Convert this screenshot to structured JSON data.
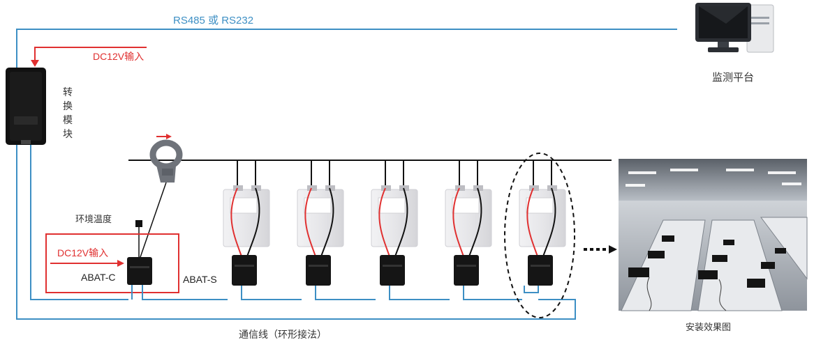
{
  "labels": {
    "rs485": "RS485 或 RS232",
    "dc_top": "DC12V输入",
    "converter": [
      "转",
      "换",
      "模",
      "块"
    ],
    "monitor": "监测平台",
    "env_temp": "环境温度",
    "dc_bottom": "DC12V输入",
    "abat_c": "ABAT-C",
    "abat_s": "ABAT-S",
    "comm_line": "通信线（环形接法）",
    "install": "安装效果图"
  },
  "colors": {
    "bus_blue": "#3d8fc4",
    "power_red": "#e03030",
    "cable_black": "#111111",
    "battery_grey": "#e4e4e6",
    "module_black": "#151515"
  },
  "icons": [
    "computer-icon",
    "current-sensor-icon",
    "temperature-probe-icon",
    "arrow-right-icon"
  ],
  "battery_count": 5
}
